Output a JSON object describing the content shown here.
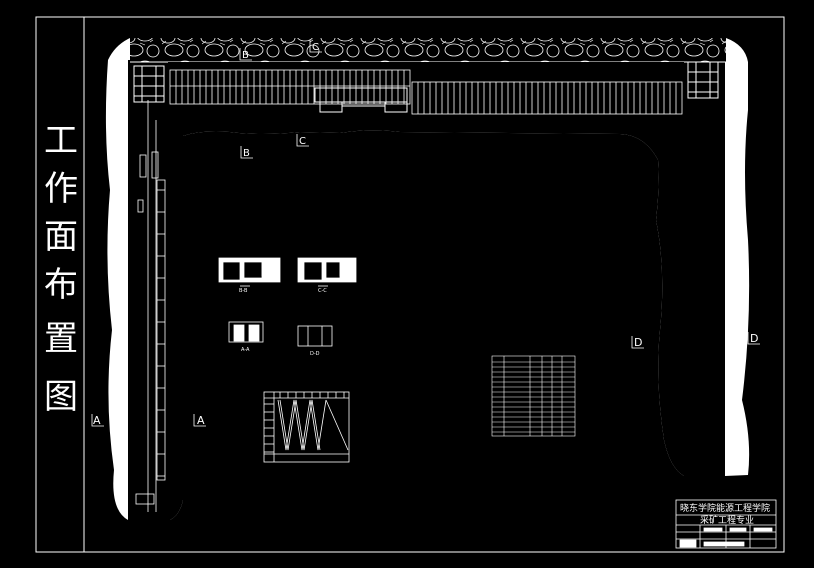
{
  "title": {
    "chars": [
      "工",
      "作",
      "面",
      "布",
      "置",
      "图"
    ]
  },
  "section_markers": {
    "a_left": "A",
    "a_right": "A",
    "b_top": "B",
    "b_bottom": "B",
    "c_top": "C",
    "c_bottom": "C",
    "d_left": "D",
    "d_right": "D"
  },
  "sections": {
    "bb": "B-B",
    "cc": "C-C",
    "aa": "A-A",
    "dd": "D-D"
  },
  "title_block": {
    "line1": "晓东学院能源工程学院",
    "line2": "采矿工程专业"
  },
  "colors": {
    "background": "#000000",
    "lines": "#ffffff"
  }
}
